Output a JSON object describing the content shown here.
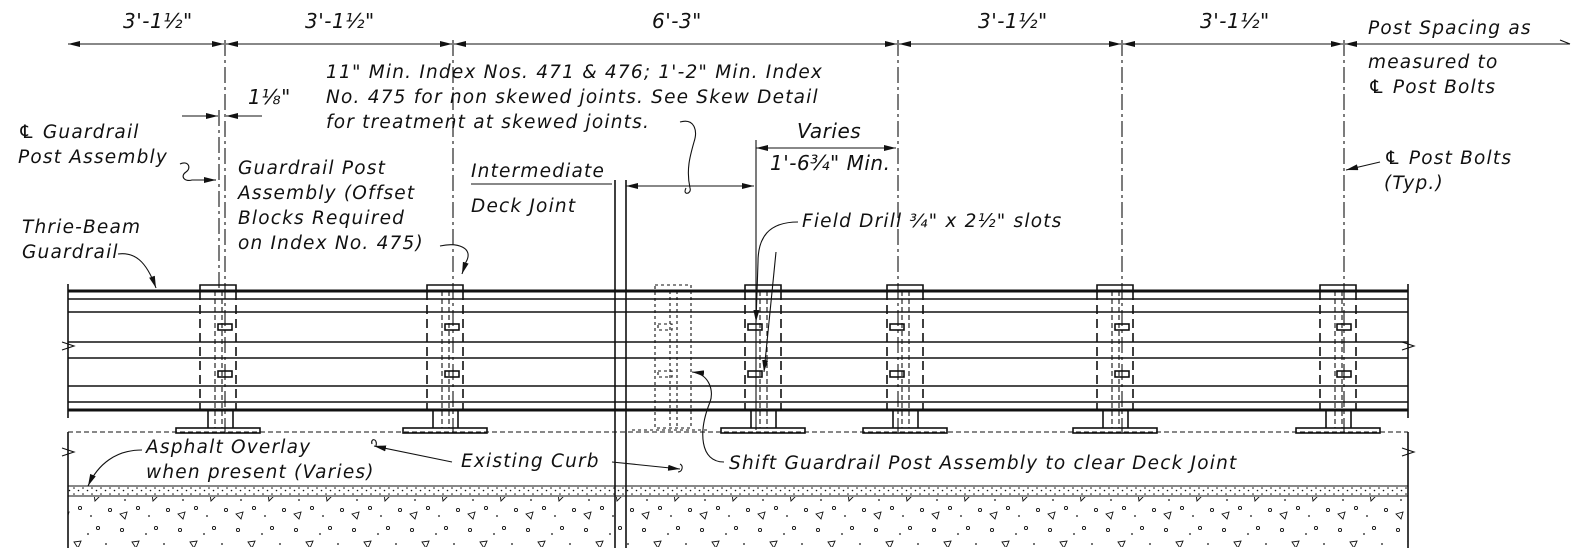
{
  "dimensions": {
    "d1": "3'-1½\"",
    "d2": "3'-1½\"",
    "d3": "6'-3\"",
    "d4": "3'-1½\"",
    "d5": "3'-1½\"",
    "offset": "1⅛\"",
    "varies": "Varies",
    "min": "1'-6¾\" Min."
  },
  "labels": {
    "post_spacing": [
      "Post Spacing as",
      "measured to",
      "℄ Post Bolts"
    ],
    "cl_post_assembly": [
      "℄ Guardrail",
      "Post Assembly"
    ],
    "post_assembly_note": [
      "Guardrail Post",
      "Assembly (Offset",
      "Blocks Required",
      "on Index No. 475)"
    ],
    "index_note": [
      "11\" Min. Index Nos. 471 & 476;  1'-2\" Min. Index",
      "No. 475 for non skewed joints.  See Skew Detail",
      "for treatment at skewed joints."
    ],
    "intermediate_joint": [
      "Intermediate",
      "Deck Joint"
    ],
    "cl_post_bolts": [
      "℄ Post Bolts",
      "(Typ.)"
    ],
    "thrie_beam": [
      "Thrie-Beam",
      "Guardrail"
    ],
    "field_drill": "Field Drill ¾\" x 2½\" slots",
    "asphalt": [
      "Asphalt Overlay",
      "when present (Varies)"
    ],
    "existing_curb": "Existing Curb",
    "shift_note": "Shift Guardrail Post Assembly to clear Deck Joint"
  }
}
